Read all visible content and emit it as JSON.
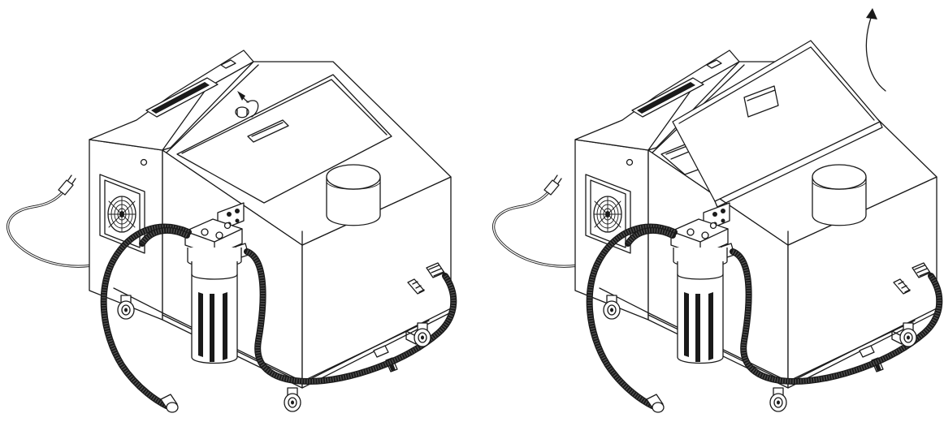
{
  "figure": {
    "panels": [
      {
        "id": "left",
        "state": "lid-closed"
      },
      {
        "id": "right",
        "state": "lid-open"
      }
    ],
    "line_color": "#1a1a1a",
    "background_color": "#ffffff"
  }
}
